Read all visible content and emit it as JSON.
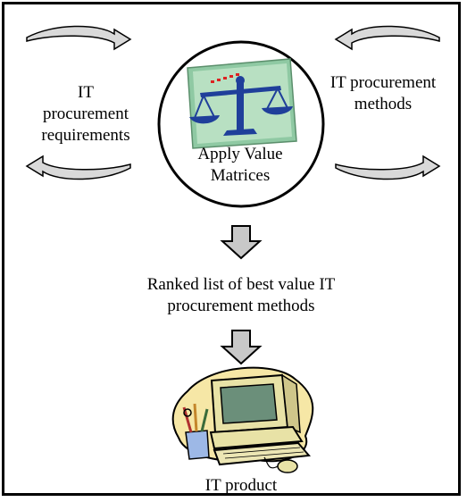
{
  "nodes": {
    "requirements": "IT\nprocurement\nrequirements",
    "methods": "IT procurement\nmethods",
    "center": "Apply Value\nMatrices",
    "ranked": "Ranked list of best value IT\nprocurement methods",
    "product": "IT product"
  },
  "icons": {
    "scale": "balance-scale-icon",
    "computer": "computer-clipart-icon"
  },
  "colors": {
    "arrow_fill": "#c8c8c8",
    "arrow_stroke": "#000000",
    "scale_card": "#8fc9a3",
    "scale_blue": "#1f3f9a",
    "monitor_beige": "#e8e2a6",
    "blob_yellow": "#f6e7a6"
  }
}
